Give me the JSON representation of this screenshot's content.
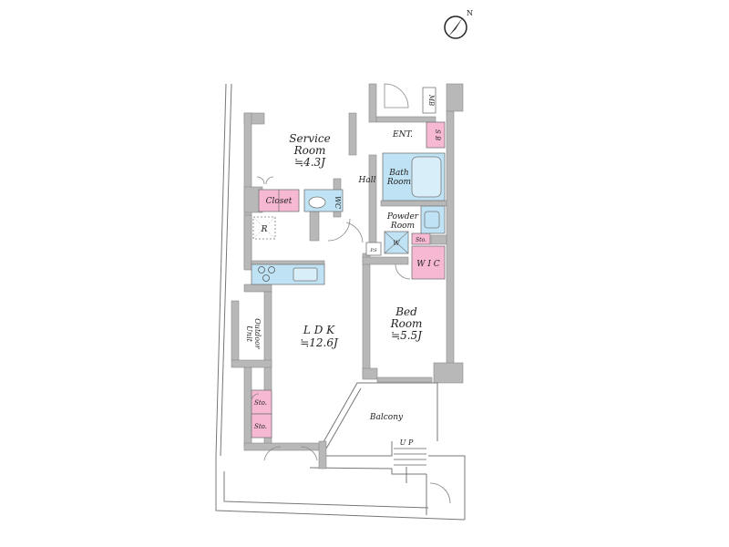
{
  "compass": {
    "north_label": "N",
    "icon": "north-arrow-icon"
  },
  "rooms": {
    "service_room": {
      "name_line1": "Service",
      "name_line2": "Room",
      "area": "≒4.3J"
    },
    "ldk": {
      "name": "L D K",
      "area": "≒12.6J"
    },
    "bed_room": {
      "name_line1": "Bed",
      "name_line2": "Room",
      "area": "≒5.5J"
    },
    "entrance": {
      "label": "ENT."
    },
    "hall": {
      "label": "Hall"
    },
    "bath_room": {
      "name_line1": "Bath",
      "name_line2": "Room"
    },
    "powder_room": {
      "name_line1": "Powder",
      "name_line2": "Room"
    },
    "wc": {
      "label": "WC"
    },
    "closet": {
      "label": "Closet"
    },
    "wic": {
      "label": "W I C"
    },
    "balcony": {
      "label": "Balcony"
    }
  },
  "fixtures": {
    "mb": "MB",
    "sb": "S B",
    "refrigerator": "R",
    "ps": "P.S",
    "washer": "W",
    "sto_small": "Sto.",
    "sto_ldk_1": "Sto.",
    "sto_ldk_2": "Sto.",
    "outdoor_unit_line1": "Outdoor",
    "outdoor_unit_line2": "Unit",
    "stair_up": "U P"
  },
  "colors": {
    "storage_pink": "#f6b8d2",
    "wet_area_blue": "#bfe3f4",
    "wall_gray": "#b8b8b8",
    "outline": "#777777"
  }
}
